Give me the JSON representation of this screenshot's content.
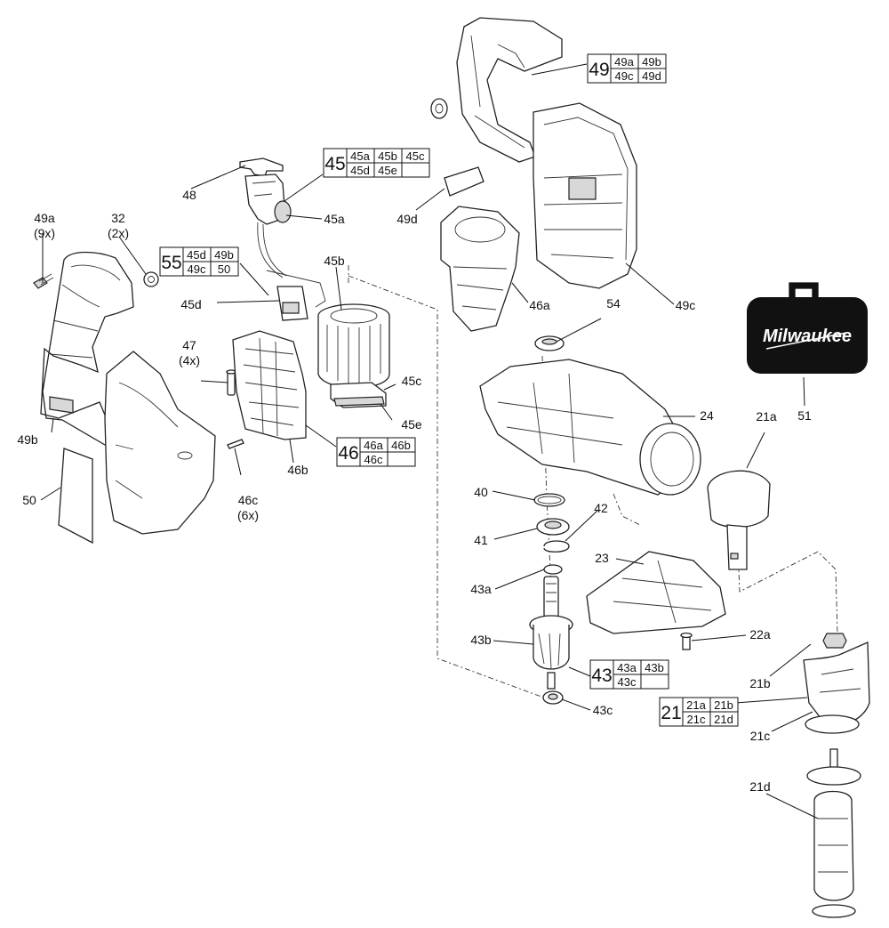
{
  "labels": {
    "l49a": "49a",
    "l49a_qty": "(9x)",
    "l32": "32",
    "l32_qty": "(2x)",
    "l48": "48",
    "l45a": "45a",
    "l45b": "45b",
    "l45c": "45c",
    "l45d": "45d",
    "l45e": "45e",
    "l47": "47",
    "l47_qty": "(4x)",
    "l46a": "46a",
    "l46b": "46b",
    "l46c": "46c",
    "l46c_qty": "(6x)",
    "l49b": "49b",
    "l49c": "49c",
    "l49d": "49d",
    "l50": "50",
    "l51": "51",
    "l54": "54",
    "l24": "24",
    "l40": "40",
    "l41": "41",
    "l42": "42",
    "l43a": "43a",
    "l43b": "43b",
    "l43c": "43c",
    "l23": "23",
    "l22a": "22a",
    "l21a": "21a",
    "l21b": "21b",
    "l21c": "21c",
    "l21d": "21d"
  },
  "kits": {
    "k49": {
      "num": "49",
      "cells": [
        "49a",
        "49b",
        "49c",
        "49d"
      ]
    },
    "k45": {
      "num": "45",
      "cells": [
        "45a",
        "45b",
        "45c",
        "45d",
        "45e",
        ""
      ]
    },
    "k55": {
      "num": "55",
      "cells": [
        "45d",
        "49b",
        "49c",
        "50"
      ]
    },
    "k46": {
      "num": "46",
      "cells": [
        "46a",
        "46b",
        "46c",
        ""
      ]
    },
    "k43": {
      "num": "43",
      "cells": [
        "43a",
        "43b",
        "43c",
        ""
      ]
    },
    "k21": {
      "num": "21",
      "cells": [
        "21a",
        "21b",
        "21c",
        "21d"
      ]
    }
  },
  "case_brand": "Milwaukee",
  "colors": {
    "ink": "#111111",
    "case": "#111111",
    "case_text": "#ffffff"
  }
}
